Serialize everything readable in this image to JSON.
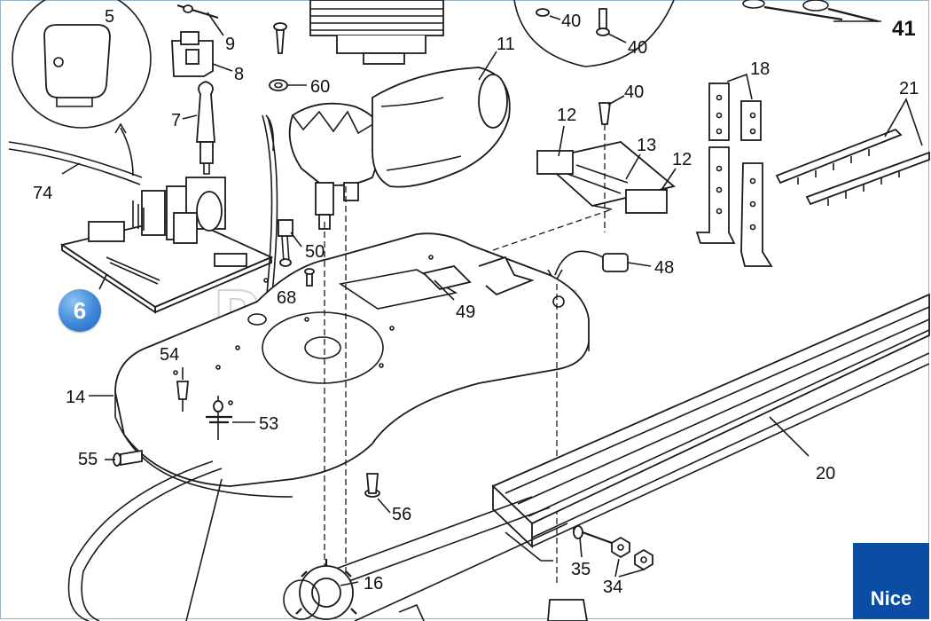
{
  "watermark": "PLUSCOM",
  "brand_logo": "Nice",
  "highlight_badge": "6",
  "part_labels": {
    "p5": "5",
    "p9": "9",
    "p8": "8",
    "p7": "7",
    "p74": "74",
    "p60": "60",
    "p11": "11",
    "p40a": "40",
    "p40b": "40",
    "p40c": "40",
    "p41": "41",
    "p18": "18",
    "p21": "21",
    "p12a": "12",
    "p13": "13",
    "p12b": "12",
    "p50": "50",
    "p48": "48",
    "p68": "68",
    "p49": "49",
    "p54": "54",
    "p14": "14",
    "p53": "53",
    "p55": "55",
    "p20": "20",
    "p56": "56",
    "p35": "35",
    "p34": "34",
    "p16": "16"
  },
  "colors": {
    "brand_bg": "#0a4da3",
    "badge": "#3d86d8",
    "line": "#1a1a1a"
  }
}
